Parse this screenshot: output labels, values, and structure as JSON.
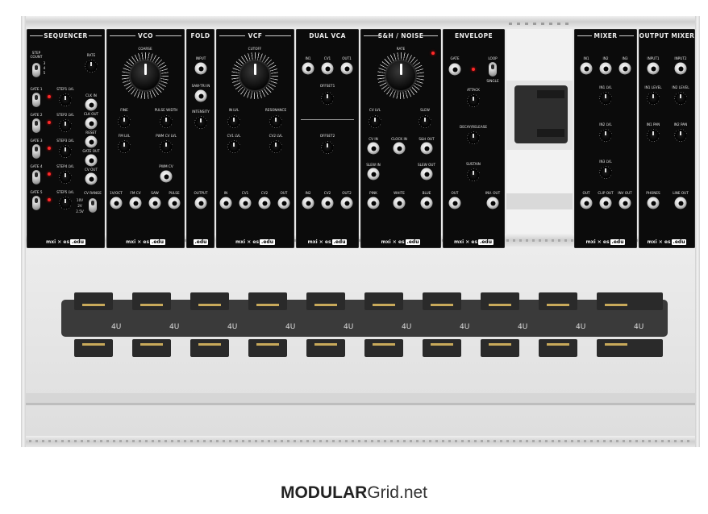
{
  "brand": {
    "prefix": "mxi × es",
    "suffix": ".edu",
    "short": ".edu"
  },
  "modules": {
    "sequencer": {
      "title": "SEQUENCER",
      "step_count": "STEP COUNT",
      "switch_options": [
        "3",
        "4",
        "5"
      ],
      "rate": "RATE",
      "gates": [
        "GATE 1",
        "GATE 2",
        "GATE 3",
        "GATE 4",
        "GATE 5"
      ],
      "steps": [
        "STEP1 LVL",
        "STEP2 LVL",
        "STEP3 LVL",
        "STEP4 LVL",
        "STEP5 LVL"
      ],
      "right_jacks": [
        "CLK IN",
        "CLK OUT",
        "RESET",
        "GATE OUT",
        "CV OUT"
      ],
      "cv_range": "CV RANGE",
      "range_options": [
        "10V",
        "2V",
        "2.5V"
      ]
    },
    "vco": {
      "title": "VCO",
      "coarse": "COARSE",
      "knobs": [
        "FINE",
        "PULSE WIDTH",
        "FM LVL",
        "PWM CV LVL"
      ],
      "pwm_cv": "PWM CV",
      "outputs": [
        "1V/OCT",
        "FM CV",
        "SAW",
        "PULSE"
      ]
    },
    "fold": {
      "title": "FOLD",
      "input": "INPUT",
      "saw_tri": "SAW-TRI IN",
      "intensity": "INTENSITY",
      "output": "OUTPUT"
    },
    "vcf": {
      "title": "VCF",
      "cutoff": "CUTOFF",
      "knobs": [
        "IN LVL",
        "RESONANCE",
        "CV1 LVL",
        "CV2 LVL"
      ],
      "jacks": [
        "IN",
        "CV1",
        "CV2",
        "OUT"
      ]
    },
    "dual_vca": {
      "title": "DUAL VCA",
      "top_jacks": [
        "IN1",
        "CV1",
        "OUT1"
      ],
      "offset1": "OFFSET1",
      "offset2": "OFFSET2",
      "bottom_jacks": [
        "IN2",
        "CV2",
        "OUT2"
      ]
    },
    "sh_noise": {
      "title": "S&H / NOISE",
      "rate": "RATE",
      "cv_lvl": "CV LVL",
      "slew": "SLEW",
      "jacks_row1": [
        "CV IN",
        "CLOCK IN",
        "S&H OUT"
      ],
      "slew_in": "SLEW IN",
      "slew_out": "SLEW OUT",
      "noise_jacks": [
        "PINK",
        "WHITE",
        "BLUE"
      ]
    },
    "envelope": {
      "title": "ENVELOPE",
      "gate": "GATE",
      "loop": "LOOP",
      "single": "SINGLE",
      "knobs": [
        "ATTACK",
        "DECAY/RELEASE",
        "SUSTAIN"
      ],
      "out": "OUT",
      "inv_out": "INV. OUT"
    },
    "mixer": {
      "title": "MIXER",
      "inputs": [
        "IN1",
        "IN2",
        "IN3"
      ],
      "levels": [
        "IN1 LVL",
        "IN2 LVL",
        "IN3 LVL"
      ],
      "outputs": [
        "OUT",
        "CLIP OUT",
        "INV OUT"
      ]
    },
    "output_mixer": {
      "title": "OUTPUT MIXER",
      "inputs": [
        "INPUT1",
        "INPUT2"
      ],
      "levels": [
        "IN1 LEVEL",
        "IN2 LEVEL"
      ],
      "pans": [
        "IN1 PAN",
        "IN2 PAN"
      ],
      "outputs": [
        "PHONES",
        "LINE OUT"
      ]
    }
  },
  "footer": {
    "bold": "MODULAR",
    "light": "Grid.net"
  },
  "colors": {
    "panel": "#0b0b0b",
    "led": "#ff2a2a",
    "case": "#e2e2e2",
    "busboard": "#3a3a3a"
  }
}
